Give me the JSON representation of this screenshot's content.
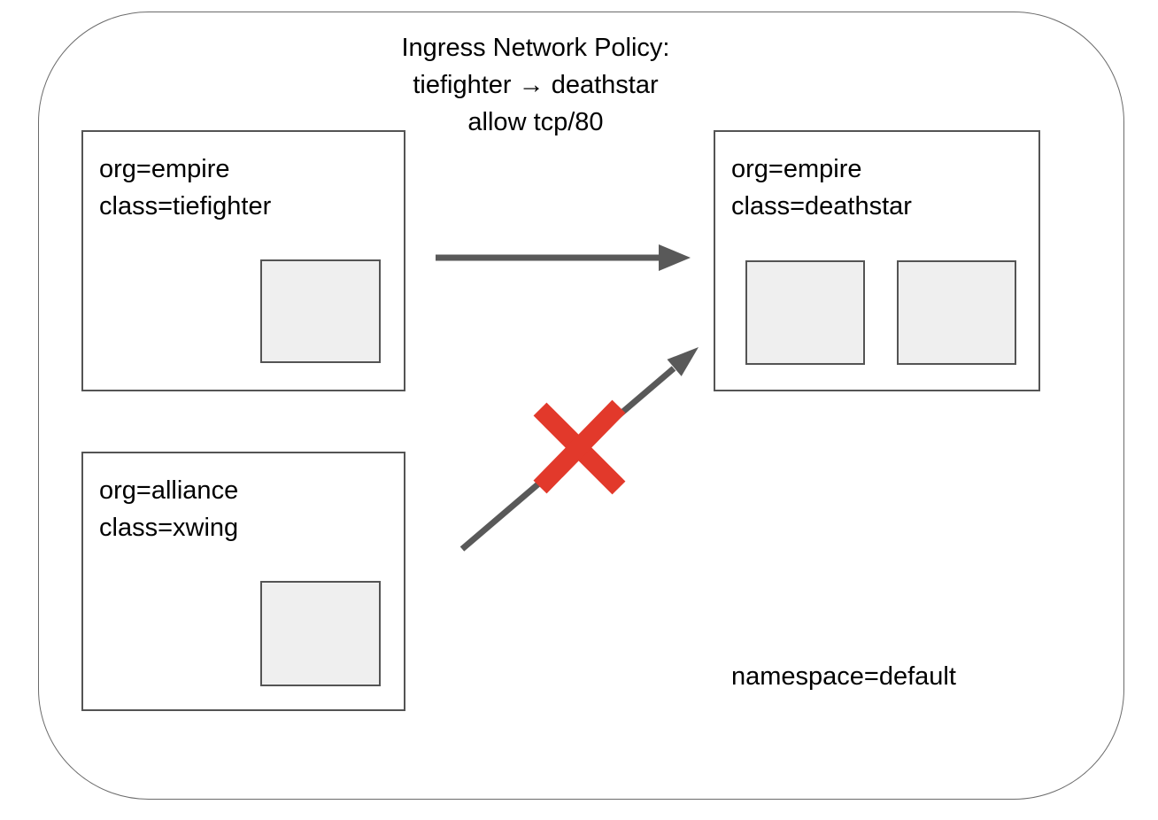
{
  "title": {
    "line1": "Ingress Network Policy:",
    "line2": "tiefighter → deathstar",
    "line3": "allow tcp/80"
  },
  "nodes": {
    "tiefighter": {
      "labels": [
        "org=empire",
        "class=tiefighter"
      ],
      "pod_count": 1
    },
    "xwing": {
      "labels": [
        "org=alliance",
        "class=xwing"
      ],
      "pod_count": 1
    },
    "deathstar": {
      "labels": [
        "org=empire",
        "class=deathstar"
      ],
      "pod_count": 2
    }
  },
  "namespace_label": "namespace=default",
  "edges": [
    {
      "from": "tiefighter",
      "to": "deathstar",
      "status": "allowed"
    },
    {
      "from": "xwing",
      "to": "deathstar",
      "status": "blocked"
    }
  ],
  "icons": {
    "allowed_arrow": "arrow-right-icon",
    "blocked_arrow": "arrow-up-right-icon",
    "blocked_marker": "red-x-icon"
  },
  "colors": {
    "background": "#ffffff",
    "text": "#000000",
    "boundary_border": "#6b6b6b",
    "box_border": "#545454",
    "pod_fill": "#efefef",
    "arrow": "#595959",
    "blocked_x": "#e2392b"
  }
}
